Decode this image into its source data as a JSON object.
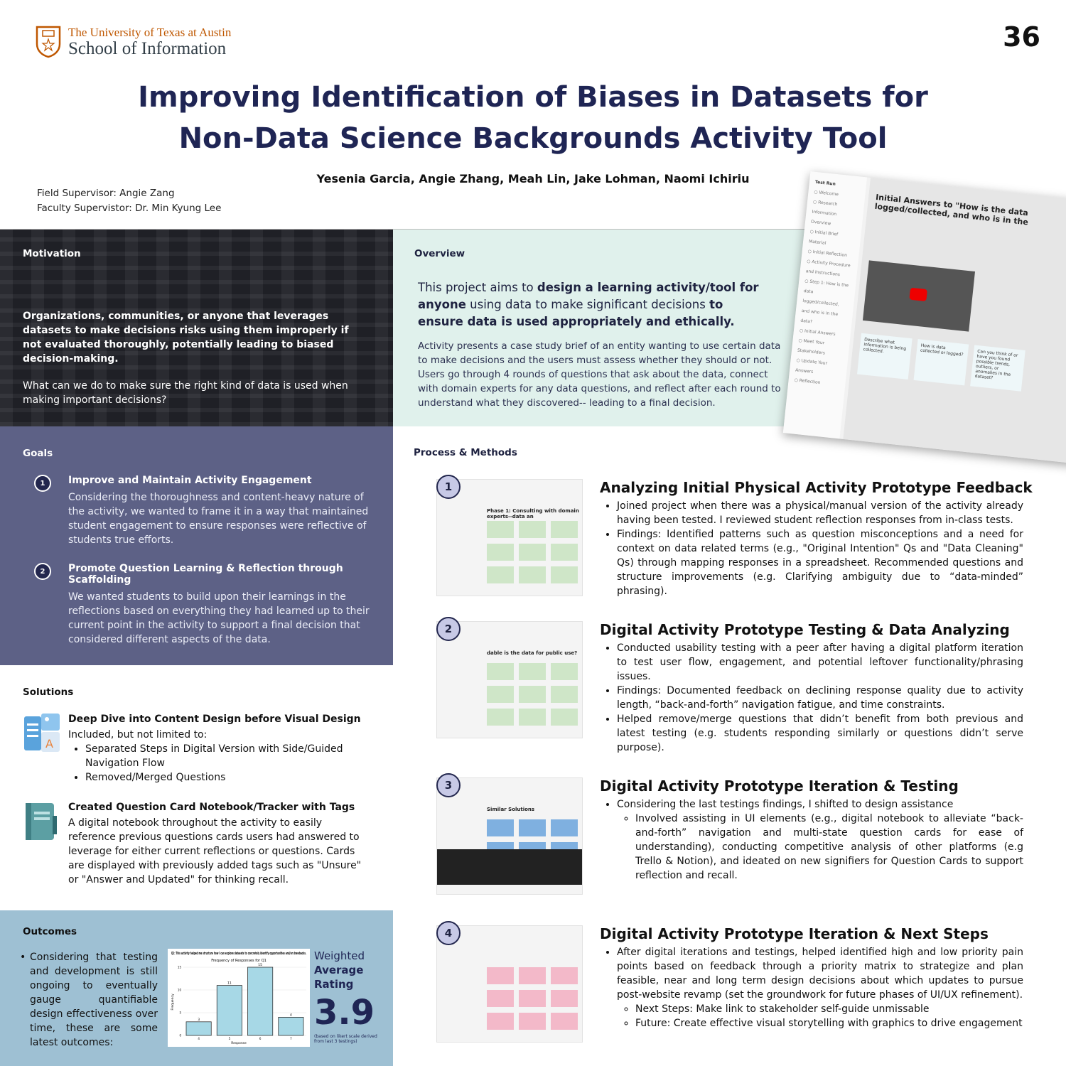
{
  "header": {
    "university": "The University of Texas at Austin",
    "school": "School of Information",
    "poster_number": "36",
    "title_line1": "Improving Identification of Biases in Datasets for",
    "title_line2": "Non-Data Science Backgrounds Activity Tool",
    "authors": "Yesenia Garcia, Angie Zhang, Meah Lin, Jake Lohman, Naomi Ichiriu",
    "field_supervisor": "Field Supervisor: Angie Zang",
    "faculty_supervisor": "Faculty Supervistor: Dr. Min Kyung Lee"
  },
  "motivation": {
    "heading": "Motivation",
    "bold": "Organizations, communities, or anyone that leverages datasets to make decisions risks using them improperly if not evaluated thoroughly, potentially leading to biased decision-making.",
    "question": "What can we do to make sure the right kind of data is used when making important decisions?"
  },
  "overview": {
    "heading": "Overview",
    "lead_1": "This project aims to ",
    "lead_b1": "design a learning activity/tool for anyone",
    "lead_2": " using data to make significant decisions ",
    "lead_b2": "to ensure data is used appropriately and ethically.",
    "body": "Activity presents a case study brief of an entity wanting to use certain data to make decisions and the users must assess whether they should or not. Users go through 4 rounds of questions that ask about the data, connect with domain experts for any data questions, and reflect after each round to understand what they discovered-- leading to a final decision."
  },
  "screenshot": {
    "user": "Test Run",
    "nav": [
      "Welcome",
      "Research Information Overview",
      "Initial Brief Material",
      "Initial Reflection",
      "Activity Procedure and Instructions",
      "Step 1: How is the data logged/collected, and who is in the data?",
      "Initial Answers",
      "Meet Your Stakeholders",
      "Update Your Answers",
      "Reflection"
    ],
    "title": "Initial Answers to \"How is the data logged/collected, and who is in the",
    "cards": [
      "Describe what information is being collected.",
      "How is data collected or logged?",
      "Can you think of or have you found possible trends, outliers, or anomalies in the dataset?"
    ]
  },
  "goals": {
    "heading": "Goals",
    "items": [
      {
        "num": "1",
        "title": "Improve and Maintain Activity Engagement",
        "desc": "Considering the thoroughness and content-heavy nature of the activity, we wanted to frame it in a way that maintained student engagement to ensure responses were reflective of students true efforts."
      },
      {
        "num": "2",
        "title": "Promote Question Learning & Reflection through Scaffolding",
        "desc": "We wanted students to build upon their learnings in the reflections based on everything they had learned up to their current point in the activity to support a final decision that considered different aspects of the data."
      }
    ]
  },
  "solutions": {
    "heading": "Solutions",
    "items": [
      {
        "title": "Deep Dive into Content Design before Visual Design",
        "desc": "Included, but not limited to:",
        "bullets": [
          "Separated Steps in Digital Version with Side/Guided Navigation Flow",
          "Removed/Merged Questions"
        ]
      },
      {
        "title": "Created Question Card Notebook/Tracker with Tags",
        "desc": "A digital notebook throughout the activity to easily reference previous questions cards users had answered to leverage for either current reflections or questions. Cards are displayed with previously added tags such as \"Unsure\" or \"Answer and Updated\" for thinking recall."
      }
    ]
  },
  "outcomes": {
    "heading": "Outcomes",
    "text": "Considering that testing and development is still ongoing to eventually gauge quantifiable design effectiveness over time, these are some latest outcomes:",
    "rating_label_1": "Weighted",
    "rating_label_2": "Average Rating",
    "rating_value": "3.9",
    "rating_note": "(based on likert scale derived from last 3 testings)"
  },
  "chart_data": {
    "type": "bar",
    "title": "Q1: This activity helped me structure how I can explore datasets to concretely identify opportunities and/or drawbacks.",
    "subtitle": "Frequency of Responses for Q1",
    "xlabel": "Response",
    "ylabel": "Frequency",
    "categories": [
      "4",
      "5",
      "6",
      "7"
    ],
    "values": [
      3,
      11,
      15,
      4
    ],
    "ylim": [
      0,
      15
    ],
    "yticks": [
      "0",
      "5",
      "10",
      "15"
    ],
    "grid": true,
    "bar_color": "#a7d8e6"
  },
  "process": {
    "heading": "Process & Methods",
    "steps": [
      {
        "num": "1",
        "title": "Analyzing Initial Physical Activity Prototype Feedback",
        "thumb_title": "Phase 1: Consulting with domain experts--data an",
        "bullets": [
          "Joined project when there was a physical/manual version of the activity already having been tested. I reviewed student reflection responses from in-class tests.",
          "Findings: Identified patterns such as question misconceptions and a need for context on data related terms (e.g., \"Original Intention\" Qs and \"Data Cleaning\" Qs) through mapping responses in a spreadsheet. Recommended questions and structure improvements (e.g. Clarifying ambiguity due to “data-minded” phrasing)."
        ]
      },
      {
        "num": "2",
        "title": "Digital Activity Prototype Testing & Data Analyzing",
        "thumb_title": "dable is the data for public use?",
        "bullets": [
          "Conducted usability testing with a peer after having a digital platform iteration to test user flow, engagement, and potential leftover functionality/phrasing issues.",
          "Findings: Documented feedback on declining response quality due to activity length, “back-and-forth” navigation fatigue, and time constraints.",
          "Helped remove/merge questions that didn’t benefit from both previous and latest testing (e.g. students responding similarly or questions didn’t serve purpose)."
        ]
      },
      {
        "num": "3",
        "title": "Digital Activity Prototype Iteration & Testing",
        "thumb_title": "Similar Solutions",
        "bullets": [
          "Considering the last testings findings, I shifted to design assistance"
        ],
        "sub": [
          "Involved assisting in UI elements (e.g., digital notebook to alleviate “back-and-forth” navigation and multi-state question cards for ease of understanding), conducting competitive analysis of other platforms (e.g Trello & Notion), and ideated on new signifiers for Question Cards to support reflection and recall."
        ]
      },
      {
        "num": "4",
        "title": "Digital Activity Prototype Iteration & Next Steps",
        "bullets": [
          "After digital iterations and testings, helped identified high and low priority pain points based on feedback through a priority matrix to strategize and plan feasible, near and long term design decisions about which updates to pursue post-website revamp (set the groundwork for future phases of UI/UX refinement)."
        ],
        "sub": [
          "Next Steps: Make link to stakeholder self-guide unmissable",
          "Future: Create effective visual storytelling with graphics to drive engagement"
        ]
      }
    ]
  }
}
